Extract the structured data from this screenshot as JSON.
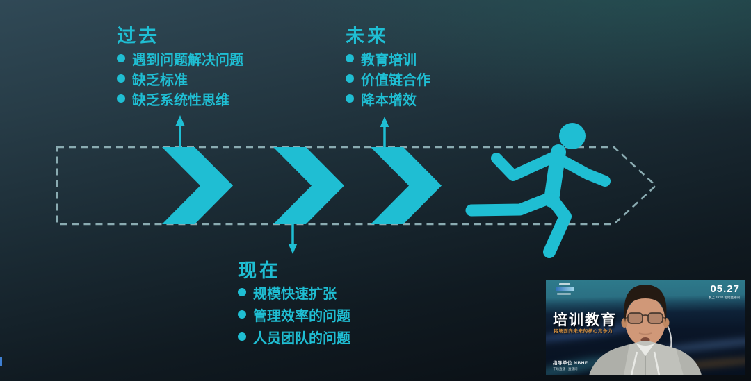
{
  "colors": {
    "accent": "#1fbed3",
    "dash": "#8aabb1",
    "background_top": "#304956",
    "background_bottom": "#090d12",
    "overlay_teal": "#2e7b8c",
    "overlay_navy": "#071120",
    "overlay_subtitle_color": "#cf8c3e"
  },
  "sections": {
    "past": {
      "title": "过去",
      "items": [
        "遇到问题解决问题",
        "缺乏标准",
        "缺乏系统性思维"
      ]
    },
    "future": {
      "title": "未来",
      "items": [
        "教育培训",
        "价值链合作",
        "降本增效"
      ]
    },
    "present": {
      "title": "现在",
      "items": [
        "规模快速扩张",
        "管理效率的问题",
        "人员团队的问题"
      ]
    }
  },
  "timeline": {
    "chevron_count": 3,
    "icon": "running-man"
  },
  "video_overlay": {
    "title": "培训教育",
    "subtitle": "猪场面向未来的核心竞争力",
    "date": "05.27",
    "date_note": "晚上 19:30 相约直播间",
    "org_line1": "指导单位 NBHF",
    "org_line2": "千场直播 · 直播间"
  }
}
